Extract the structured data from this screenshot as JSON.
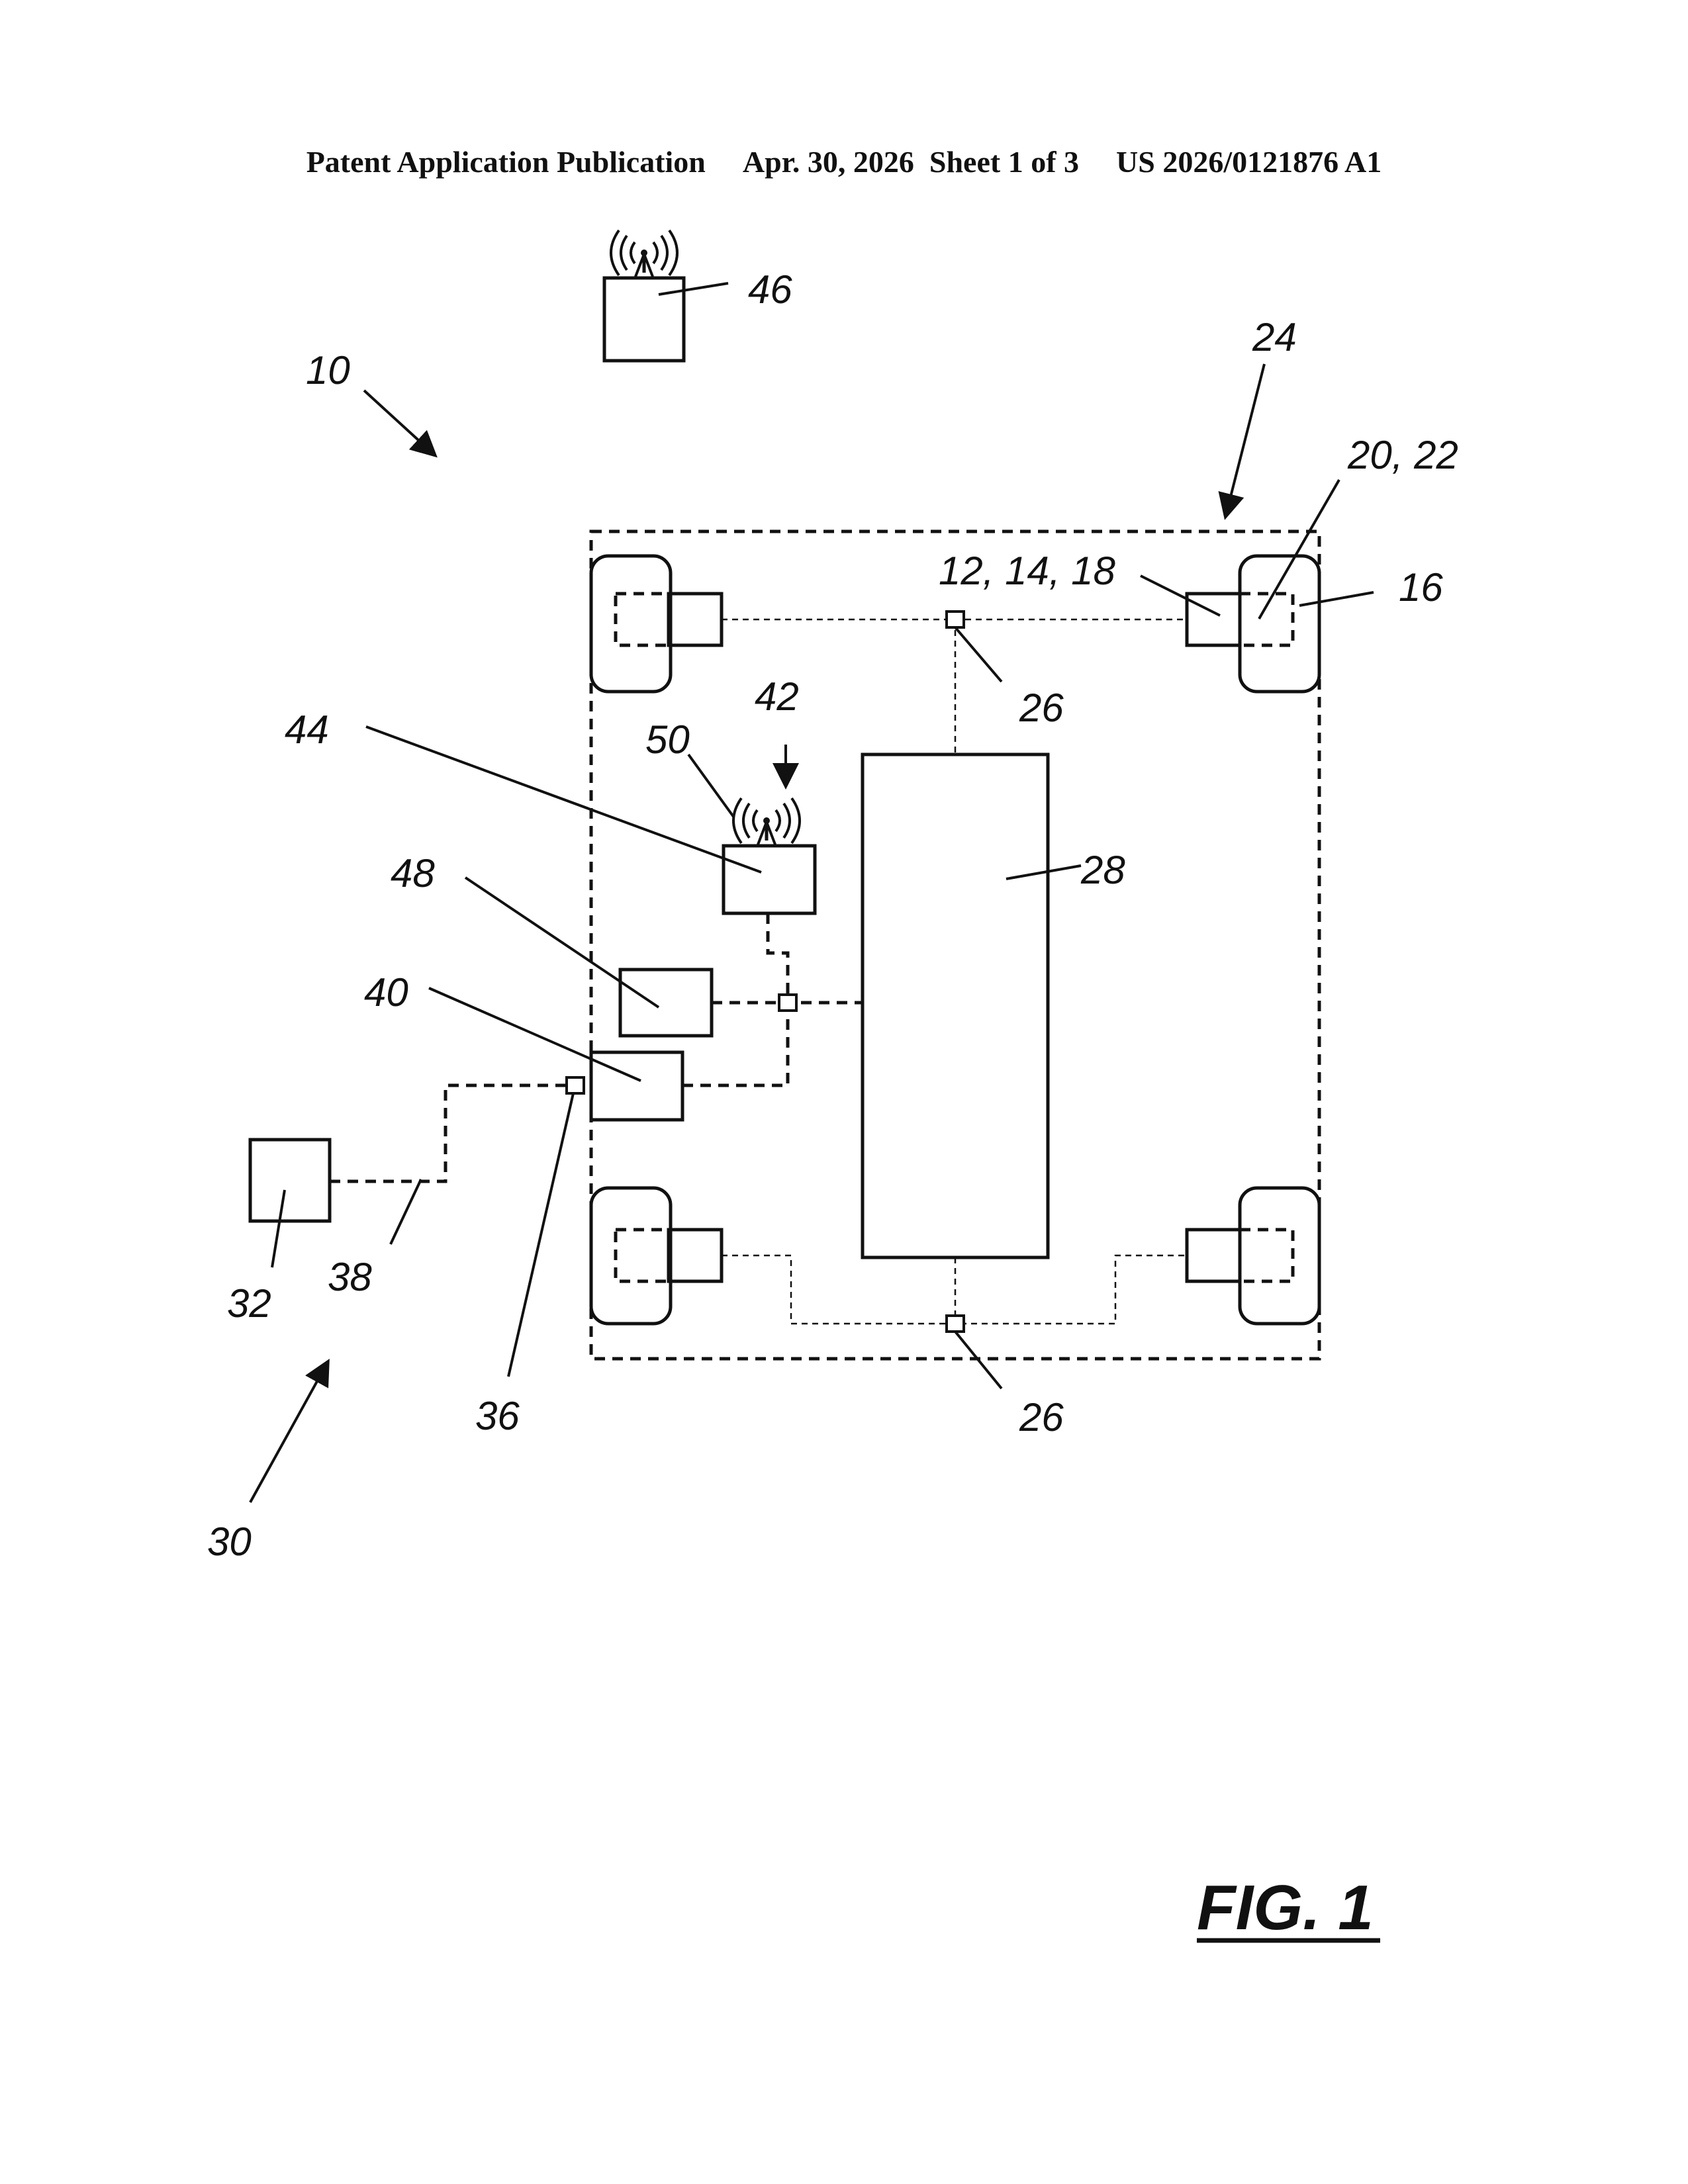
{
  "header": {
    "publication": "Patent Application Publication",
    "date_sheet": "Apr. 30, 2026  Sheet 1 of 3",
    "number": "US 2026/0121876 A1"
  },
  "figure": {
    "title": "FIG. 1"
  },
  "labels": {
    "l10": "10",
    "l12": "12, 14, 18",
    "l16": "16",
    "l2022": "20, 22",
    "l24": "24",
    "l26a": "26",
    "l26b": "26",
    "l28": "28",
    "l30": "30",
    "l32": "32",
    "l36": "36",
    "l38": "38",
    "l40": "40",
    "l42": "42",
    "l44": "44",
    "l46": "46",
    "l48": "48",
    "l50": "50"
  }
}
